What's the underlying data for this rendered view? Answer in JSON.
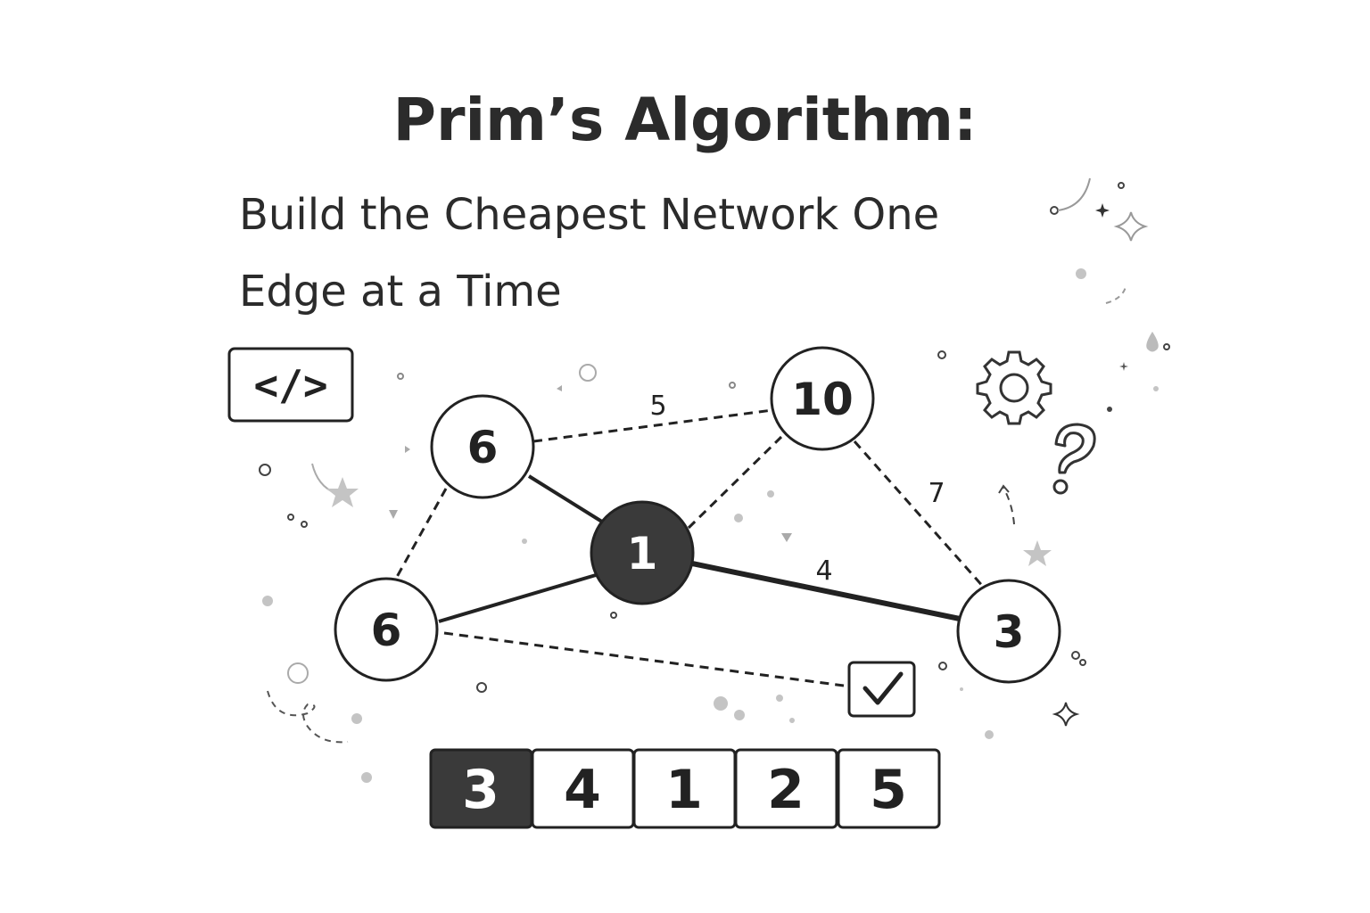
{
  "title": "Prim’s Algorithm:",
  "subtitle": "Build the Cheapest Network One Edge at a Time",
  "code_badge": "</>",
  "nodes": [
    {
      "id": "n6a",
      "label": "6",
      "filled": false
    },
    {
      "id": "n10",
      "label": "10",
      "filled": false
    },
    {
      "id": "n1",
      "label": "1",
      "filled": true
    },
    {
      "id": "n6b",
      "label": "6",
      "filled": false
    },
    {
      "id": "n3",
      "label": "3",
      "filled": false
    }
  ],
  "edges": [
    {
      "from": "n6a",
      "to": "n10",
      "style": "dashed",
      "label": "5"
    },
    {
      "from": "n10",
      "to": "n3",
      "style": "dashed",
      "label": "7"
    },
    {
      "from": "n1",
      "to": "n3",
      "style": "solid",
      "label": "4"
    },
    {
      "from": "n6a",
      "to": "n1",
      "style": "solid",
      "label": ""
    },
    {
      "from": "n6b",
      "to": "n1",
      "style": "solid",
      "label": ""
    },
    {
      "from": "n6a",
      "to": "n6b",
      "style": "dashed",
      "label": ""
    },
    {
      "from": "n1",
      "to": "n10",
      "style": "dashed",
      "label": ""
    },
    {
      "from": "n6b",
      "to": "checkbox",
      "style": "dashed",
      "label": ""
    }
  ],
  "array": [
    {
      "value": "3",
      "highlighted": true
    },
    {
      "value": "4",
      "highlighted": false
    },
    {
      "value": "1",
      "highlighted": false
    },
    {
      "value": "2",
      "highlighted": false
    },
    {
      "value": "5",
      "highlighted": false
    }
  ],
  "colors": {
    "ink": "#222222",
    "dark_fill": "#3a3a3a",
    "decoration": "#b5b5b5"
  },
  "icons": [
    "code-icon",
    "gear-icon",
    "question-icon",
    "checkmark-icon",
    "star-icon",
    "sparkle-icon"
  ]
}
